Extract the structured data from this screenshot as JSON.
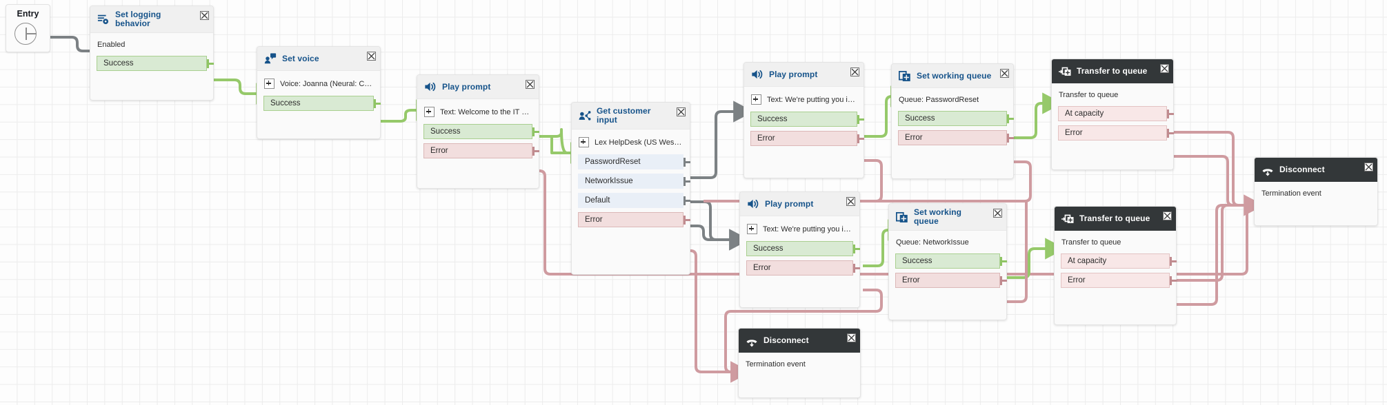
{
  "app": {
    "kind": "contact-flow-designer",
    "entry_label": "Entry",
    "colors": {
      "header_text": "#16538a",
      "dark_header_bg": "#333739",
      "success_bg": "#d9ead3",
      "success_border": "#a9cf8f",
      "success_wire": "#96c96a",
      "error_bg": "#f2dede",
      "error_border": "#dbb7b7",
      "error_wire": "#cf9ba0",
      "branch_bg": "#e9eff7",
      "branch_wire": "#7c8184",
      "canvas_bg": "#fdfdfd",
      "grid_line": "#ececec"
    }
  },
  "nodes": [
    {
      "id": "set-logging-behavior",
      "title": "Set logging behavior",
      "icon": "logging-behavior-icon",
      "dark": false,
      "close_label": "close",
      "params": [
        {
          "kind": "static",
          "text": "Enabled"
        }
      ],
      "ports": [
        {
          "label": "Success",
          "type": "success"
        }
      ]
    },
    {
      "id": "set-voice",
      "title": "Set voice",
      "icon": "set-voice-icon",
      "dark": false,
      "close_label": "close",
      "params": [
        {
          "kind": "plus",
          "text": "Voice: Joanna (Neural: Con..."
        }
      ],
      "ports": [
        {
          "label": "Success",
          "type": "success"
        }
      ]
    },
    {
      "id": "play-prompt-welcome",
      "title": "Play prompt",
      "icon": "play-prompt-icon",
      "dark": false,
      "close_label": "close",
      "params": [
        {
          "kind": "plus",
          "text": "Text: Welcome to the IT Hel..."
        }
      ],
      "ports": [
        {
          "label": "Success",
          "type": "success"
        },
        {
          "label": "Error",
          "type": "error"
        }
      ]
    },
    {
      "id": "get-customer-input",
      "title": "Get customer input",
      "icon": "get-customer-input-icon",
      "dark": false,
      "close_label": "close",
      "params": [
        {
          "kind": "plus",
          "text": "Lex HelpDesk (US West: O..."
        }
      ],
      "ports": [
        {
          "label": "PasswordReset",
          "type": "branch"
        },
        {
          "label": "NetworkIssue",
          "type": "branch"
        },
        {
          "label": "Default",
          "type": "branch"
        },
        {
          "label": "Error",
          "type": "error"
        }
      ]
    },
    {
      "id": "play-prompt-queue-password",
      "title": "Play prompt",
      "icon": "play-prompt-icon",
      "dark": false,
      "close_label": "close",
      "params": [
        {
          "kind": "plus",
          "text": "Text: We're putting you in a ..."
        }
      ],
      "ports": [
        {
          "label": "Success",
          "type": "success"
        },
        {
          "label": "Error",
          "type": "error"
        }
      ]
    },
    {
      "id": "set-working-queue-password",
      "title": "Set working queue",
      "icon": "set-working-queue-icon",
      "dark": false,
      "close_label": "close",
      "params": [
        {
          "kind": "static",
          "text": "Queue: PasswordReset"
        }
      ],
      "ports": [
        {
          "label": "Success",
          "type": "success"
        },
        {
          "label": "Error",
          "type": "error"
        }
      ]
    },
    {
      "id": "transfer-to-queue-password",
      "title": "Transfer to queue",
      "icon": "transfer-to-queue-icon",
      "dark": true,
      "close_label": "close",
      "params": [
        {
          "kind": "static",
          "text": "Transfer to queue"
        }
      ],
      "ports": [
        {
          "label": "At capacity",
          "type": "capacity"
        },
        {
          "label": "Error",
          "type": "error"
        }
      ]
    },
    {
      "id": "play-prompt-queue-network",
      "title": "Play prompt",
      "icon": "play-prompt-icon",
      "dark": false,
      "close_label": "close",
      "params": [
        {
          "kind": "plus",
          "text": "Text: We're putting you in a ..."
        }
      ],
      "ports": [
        {
          "label": "Success",
          "type": "success"
        },
        {
          "label": "Error",
          "type": "error"
        }
      ]
    },
    {
      "id": "set-working-queue-network",
      "title": "Set working queue",
      "icon": "set-working-queue-icon",
      "dark": false,
      "close_label": "close",
      "params": [
        {
          "kind": "static",
          "text": "Queue: NetworkIssue"
        }
      ],
      "ports": [
        {
          "label": "Success",
          "type": "success"
        },
        {
          "label": "Error",
          "type": "error"
        }
      ]
    },
    {
      "id": "transfer-to-queue-network",
      "title": "Transfer to queue",
      "icon": "transfer-to-queue-icon",
      "dark": true,
      "close_label": "close",
      "params": [
        {
          "kind": "static",
          "text": "Transfer to queue"
        }
      ],
      "ports": [
        {
          "label": "At capacity",
          "type": "capacity"
        },
        {
          "label": "Error",
          "type": "error"
        }
      ]
    },
    {
      "id": "disconnect-right",
      "title": "Disconnect",
      "icon": "disconnect-icon",
      "dark": true,
      "close_label": "close",
      "params": [
        {
          "kind": "static",
          "text": "Termination event"
        }
      ],
      "ports": []
    },
    {
      "id": "disconnect-bottom",
      "title": "Disconnect",
      "icon": "disconnect-icon",
      "dark": true,
      "close_label": "close",
      "params": [
        {
          "kind": "static",
          "text": "Termination event"
        }
      ],
      "ports": []
    }
  ]
}
